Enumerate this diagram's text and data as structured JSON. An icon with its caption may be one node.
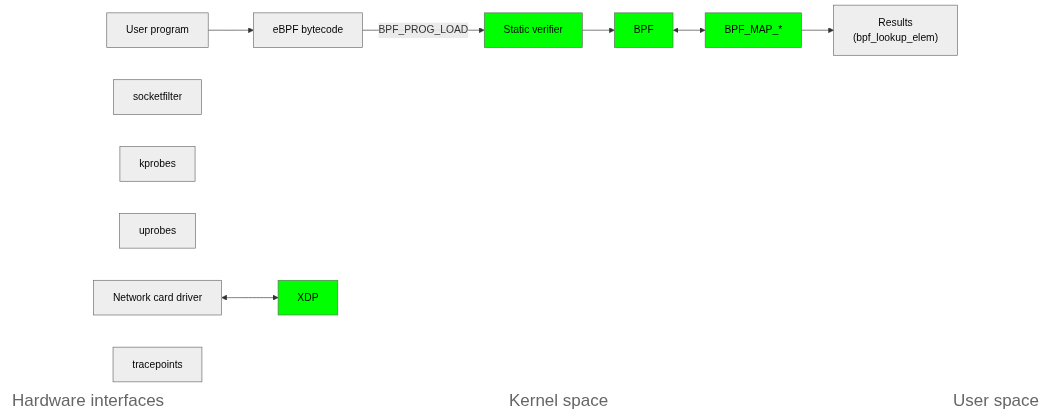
{
  "diagram": {
    "nodes": [
      {
        "text": [
          "Static verifier"
        ]
      },
      {
        "text": [
          "User program"
        ]
      },
      {
        "text": [
          "BPF"
        ]
      },
      {
        "text": [
          "socketfilter"
        ]
      },
      {
        "text": [
          "kprobes"
        ]
      },
      {
        "text": [
          "eBPF bytecode"
        ]
      },
      {
        "text": [
          "uprobes"
        ]
      },
      {
        "text": [
          "Network card driver"
        ]
      },
      {
        "text": [
          "XDP"
        ]
      },
      {
        "text": [
          "tracepoints"
        ]
      },
      {
        "text": [
          "BPF_MAP_*"
        ]
      },
      {
        "text": [
          "Results",
          "(bpf_lookup_elem)"
        ]
      }
    ],
    "edges": [
      {
        "from": 1,
        "to": 5,
        "arrow": "to"
      },
      {
        "from": 5,
        "to": 0,
        "arrow": "to",
        "label": "BPF_PROG_LOAD"
      },
      {
        "from": 0,
        "to": 2,
        "arrow": "to"
      },
      {
        "from": 7,
        "to": 8,
        "arrow": "both"
      },
      {
        "from": 2,
        "to": 10,
        "arrow": "both"
      },
      {
        "from": 10,
        "to": 11,
        "arrow": "to"
      }
    ],
    "labels": [
      "Hardware interfaces",
      "Kernel space",
      "User space"
    ]
  }
}
